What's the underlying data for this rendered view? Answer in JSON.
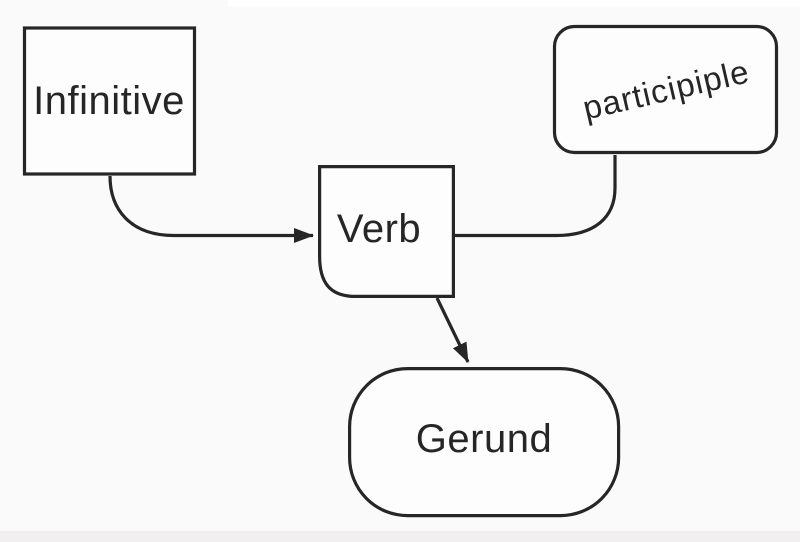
{
  "diagram": {
    "nodes": {
      "infinitive": {
        "label": "Infinitive",
        "shape": "square"
      },
      "verb": {
        "label": "Verb",
        "shape": "card"
      },
      "participle": {
        "label": "participiple",
        "shape": "rounded-rectangle"
      },
      "gerund": {
        "label": "Gerund",
        "shape": "stadium"
      }
    },
    "edges": [
      {
        "from": "Infinitive",
        "to": "Verb",
        "arrowhead": true
      },
      {
        "from": "Verb",
        "to": "participiple",
        "arrowhead": false
      },
      {
        "from": "Verb",
        "to": "Gerund",
        "arrowhead": true
      }
    ]
  },
  "colors": {
    "stroke": "#262626",
    "background": "#fbfafa",
    "shape_fill": "#fdfdfd",
    "top_strip": "#ffffff",
    "bottom_strip": "#f1efef"
  }
}
